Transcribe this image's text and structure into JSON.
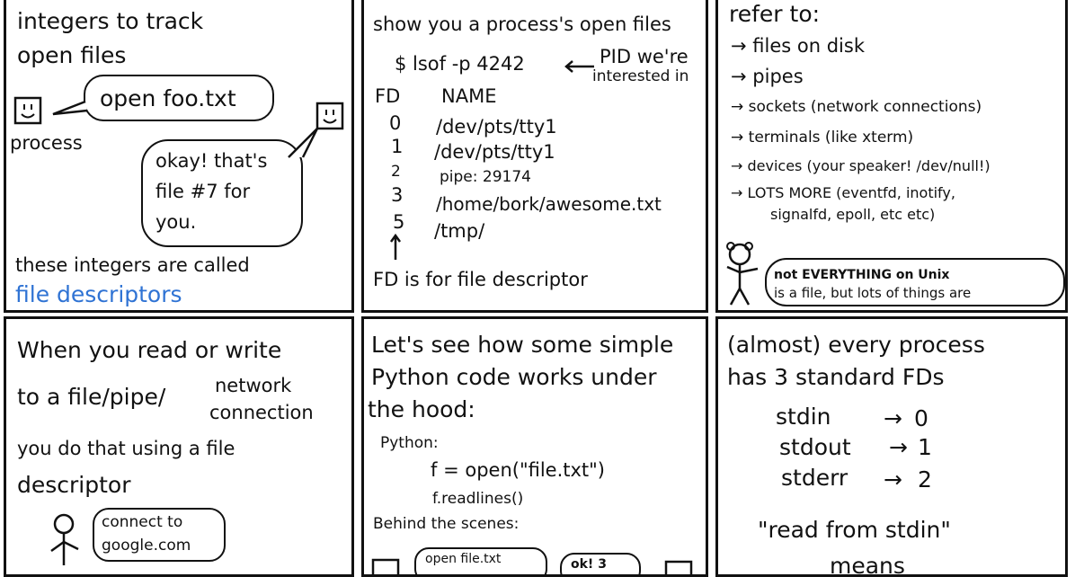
{
  "panel1": {
    "line1": "integers to track",
    "line2": "open files",
    "bubble_left": "open foo.txt",
    "process_label": "process",
    "bubble_right": [
      "okay! that's",
      "file #7 for",
      "you."
    ],
    "bottom1": "these integers are called",
    "bottom2": "file descriptors"
  },
  "panel2": {
    "top": "show you a process's open files",
    "command": "$ lsof -p 4242",
    "pid_note": [
      "PID we're",
      "interested in"
    ],
    "header_fd": "FD",
    "header_name": "NAME",
    "rows": [
      {
        "fd": "0",
        "name": "/dev/pts/tty1"
      },
      {
        "fd": "1",
        "name": "/dev/pts/tty1"
      },
      {
        "fd": "2",
        "name": "pipe: 29174"
      },
      {
        "fd": "3",
        "name": "/home/bork/awesome.txt"
      },
      {
        "fd": "5",
        "name": "/tmp/"
      }
    ],
    "bottom": "FD is for file descriptor"
  },
  "panel3": {
    "top": "refer to:",
    "items": [
      "files on disk",
      "pipes",
      "sockets (network connections)",
      "terminals (like xterm)",
      "devices (your speaker! /dev/null!)",
      "LOTS MORE (eventfd, inotify,"
    ],
    "items_cont": "signalfd, epoll, etc etc)",
    "bubble": [
      "not EVERYTHING on Unix",
      "is a file, but lots of things are"
    ]
  },
  "panel4": {
    "line1": "When you read or write",
    "line2a": "to a file/pipe/",
    "line2b": "network",
    "line2c": "connection",
    "line3": "you do that using a file",
    "line4": "descriptor",
    "bubble": [
      "connect to",
      "google.com"
    ]
  },
  "panel5": {
    "line1": "Let's see how some simple",
    "line2": "Python code works under",
    "line3": "the hood:",
    "python_label": "Python:",
    "code1": "f = open(\"file.txt\")",
    "code2": "f.readlines()",
    "behind": "Behind the scenes:",
    "bubble1": "open file.txt",
    "bubble2": "ok! 3"
  },
  "panel6": {
    "line1": "(almost) every process",
    "line2": "has 3 standard FDs",
    "fds": [
      {
        "name": "stdin",
        "num": "0"
      },
      {
        "name": "stdout",
        "num": "1"
      },
      {
        "name": "stderr",
        "num": "2"
      }
    ],
    "quote": "\"read from stdin\"",
    "means": "means"
  },
  "arrow_glyph": "→"
}
